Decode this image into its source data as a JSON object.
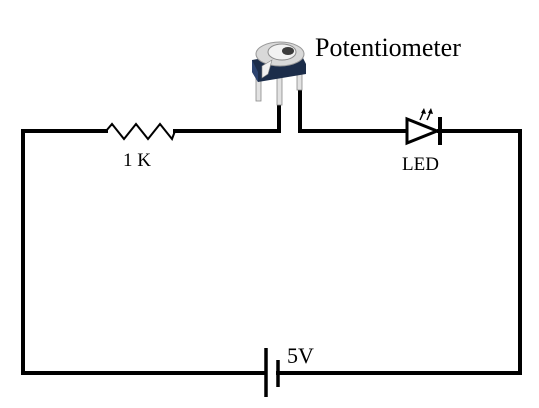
{
  "diagram": {
    "labels": {
      "potentiometer": "Potentiometer",
      "resistor": "1 K",
      "led": "LED",
      "battery": "5V"
    },
    "colors": {
      "wire": "#000000",
      "background": "#ffffff",
      "pot_body": "#1c2d4a",
      "pot_metal": "#d9d9d9"
    },
    "components": [
      {
        "type": "resistor",
        "icon": "resistor-zigzag-icon"
      },
      {
        "type": "potentiometer",
        "icon": "trimmer-potentiometer-icon"
      },
      {
        "type": "led",
        "icon": "led-diode-icon"
      },
      {
        "type": "battery",
        "icon": "battery-cell-icon"
      }
    ]
  }
}
